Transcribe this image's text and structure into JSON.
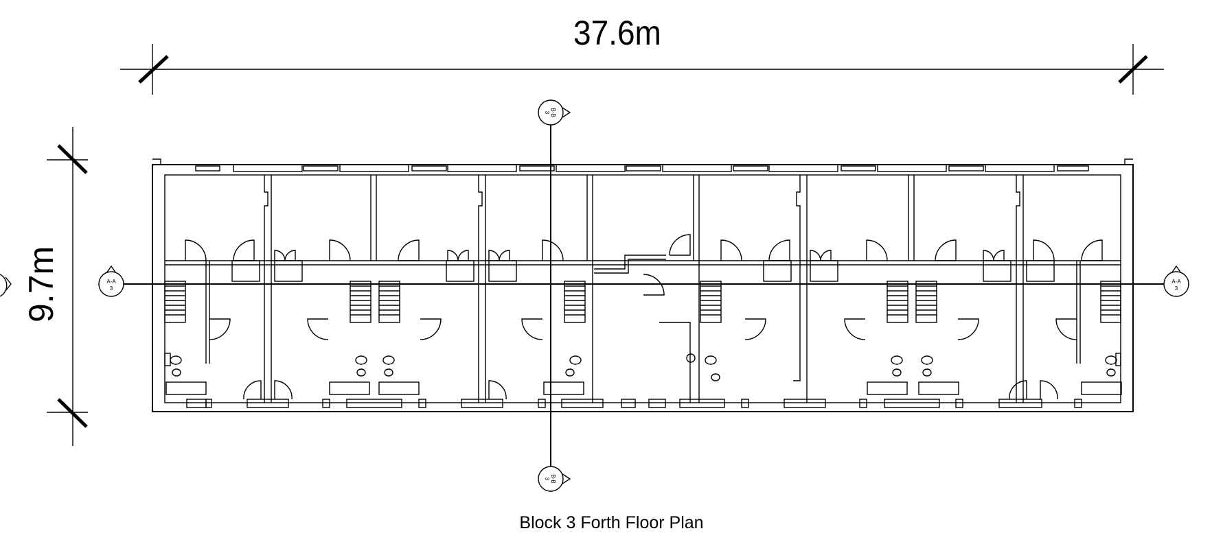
{
  "drawing": {
    "caption": "Block 3 Forth Floor Plan",
    "dimension_width": "37.6m",
    "dimension_height": "9.7m"
  },
  "section_markers": {
    "aa_label": "A-A",
    "aa_sheet": "3",
    "bb_label": "B-B",
    "bb_sheet": "3"
  },
  "colors": {
    "line": "#000000",
    "background": "#ffffff"
  }
}
